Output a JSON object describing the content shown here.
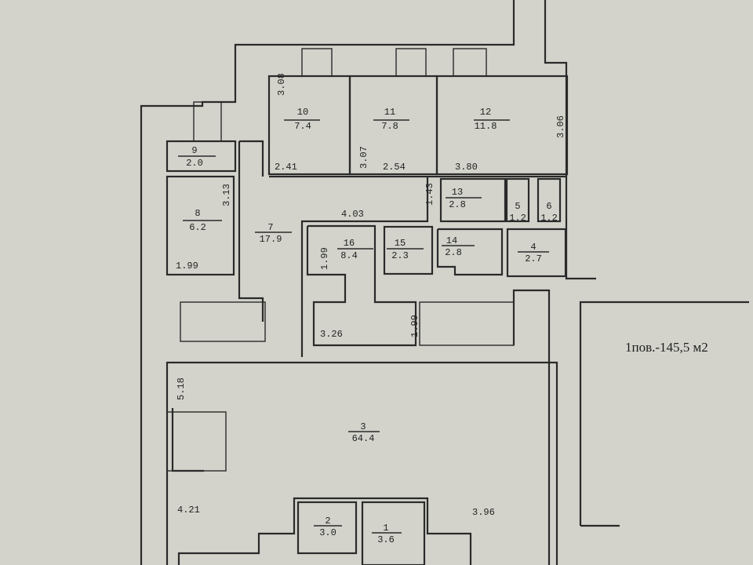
{
  "caption": "1пов.-145,5 м2",
  "rooms": [
    {
      "number": "1",
      "area": "3.6"
    },
    {
      "number": "2",
      "area": "3.0"
    },
    {
      "number": "3",
      "area": "64.4"
    },
    {
      "number": "4",
      "area": "2.7"
    },
    {
      "number": "5",
      "area": "1.2"
    },
    {
      "number": "6",
      "area": "1.2"
    },
    {
      "number": "7",
      "area": "17.9"
    },
    {
      "number": "8",
      "area": "6.2"
    },
    {
      "number": "9",
      "area": "2.0"
    },
    {
      "number": "10",
      "area": "7.4"
    },
    {
      "number": "11",
      "area": "7.8"
    },
    {
      "number": "12",
      "area": "11.8"
    },
    {
      "number": "13",
      "area": "2.8"
    },
    {
      "number": "14",
      "area": "2.8"
    },
    {
      "number": "15",
      "area": "2.3"
    },
    {
      "number": "16",
      "area": "8.4"
    }
  ],
  "dimensions": [
    "3.08",
    "2.41",
    "3.07",
    "2.54",
    "3.80",
    "3.06",
    "3.13",
    "1.99",
    "1.43",
    "4.03",
    "1.99",
    "3.26",
    "1.99",
    "5.18",
    "4.21",
    "3.96"
  ]
}
